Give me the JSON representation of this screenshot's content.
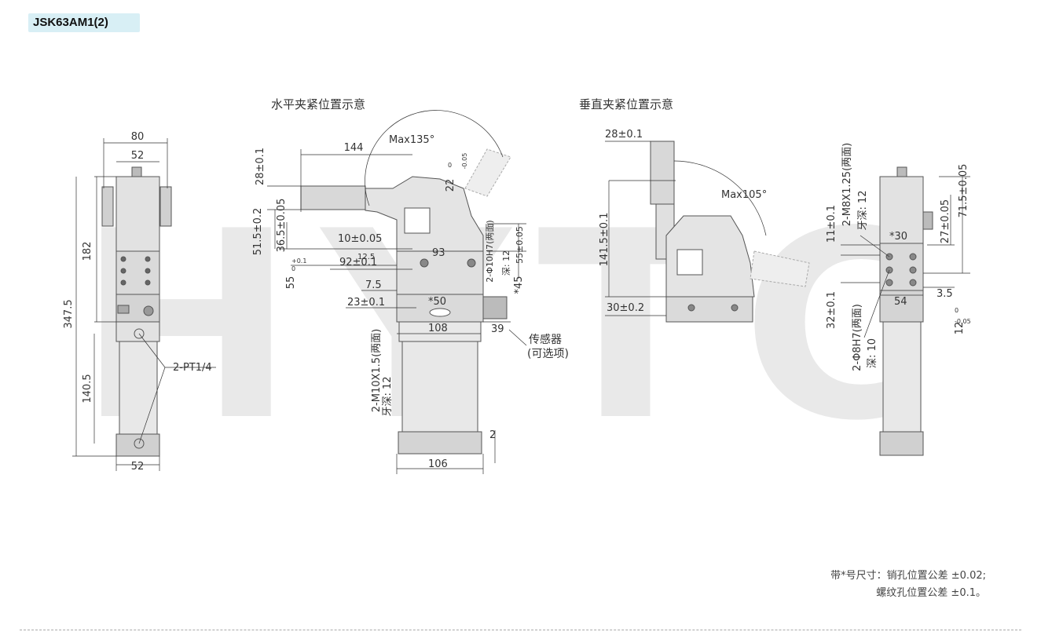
{
  "header": {
    "model": "JSK63AM1(2)"
  },
  "watermark": "HYTC",
  "views": {
    "horizontal_title": "水平夹紧位置示意",
    "vertical_title": "垂直夹紧位置示意"
  },
  "side_view": {
    "dims": [
      "80",
      "52",
      "182",
      "347.5",
      "140.5",
      "52",
      "2-PT1/4"
    ]
  },
  "horizontal_view": {
    "dims": [
      "144",
      "Max135°",
      "28±0.1",
      "51.5±0.2",
      "36.5±0.05",
      "10±0.05",
      "12.5",
      "92±0.1",
      "93",
      "55",
      "7.5",
      "23±0.1",
      "*50",
      "108",
      "39",
      "106",
      "2",
      "2-M10X1.5(两面)",
      "牙深: 12",
      "2-Φ10H7(两面)",
      "深: 12",
      "55±0.05",
      "*45",
      "22",
      "0",
      "-0.05",
      "+0.1",
      "0"
    ],
    "sensor": [
      "传感器",
      "(可选项)"
    ]
  },
  "vertical_view": {
    "dims": [
      "28±0.1",
      "Max105°",
      "141.5±0.1",
      "30±0.2"
    ]
  },
  "front_view": {
    "dims": [
      "2-M8X1.25(两面)",
      "牙深: 12",
      "11±0.1",
      "*30",
      "27±0.05",
      "71.5±0.05",
      "54",
      "3.5",
      "32±0.1",
      "12",
      "0",
      "-0.05",
      "2-Φ8H7(两面)",
      "深: 10"
    ]
  },
  "notes": [
    "带*号尺寸：销孔位置公差 ±0.02;",
    "螺纹孔位置公差 ±0.1。"
  ]
}
